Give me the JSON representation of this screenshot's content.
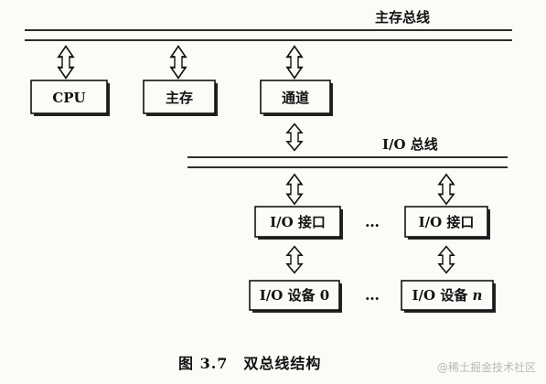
{
  "buses": {
    "main_label": "主存总线",
    "io_label": "I/O 总线"
  },
  "boxes": {
    "cpu": "CPU",
    "memory": "主存",
    "channel": "通道",
    "io_interface_1": "I/O 接口",
    "io_interface_2": "I/O 接口",
    "io_device_1": "I/O 设备 0",
    "io_device_2_prefix": "I/O 设备 ",
    "io_device_2_suffix": "n"
  },
  "ellipsis": {
    "interfaces": "…",
    "devices": "…"
  },
  "caption": {
    "text": "图 3.7　双总线结构"
  },
  "watermark": {
    "text": "@稀土掘金技术社区"
  }
}
